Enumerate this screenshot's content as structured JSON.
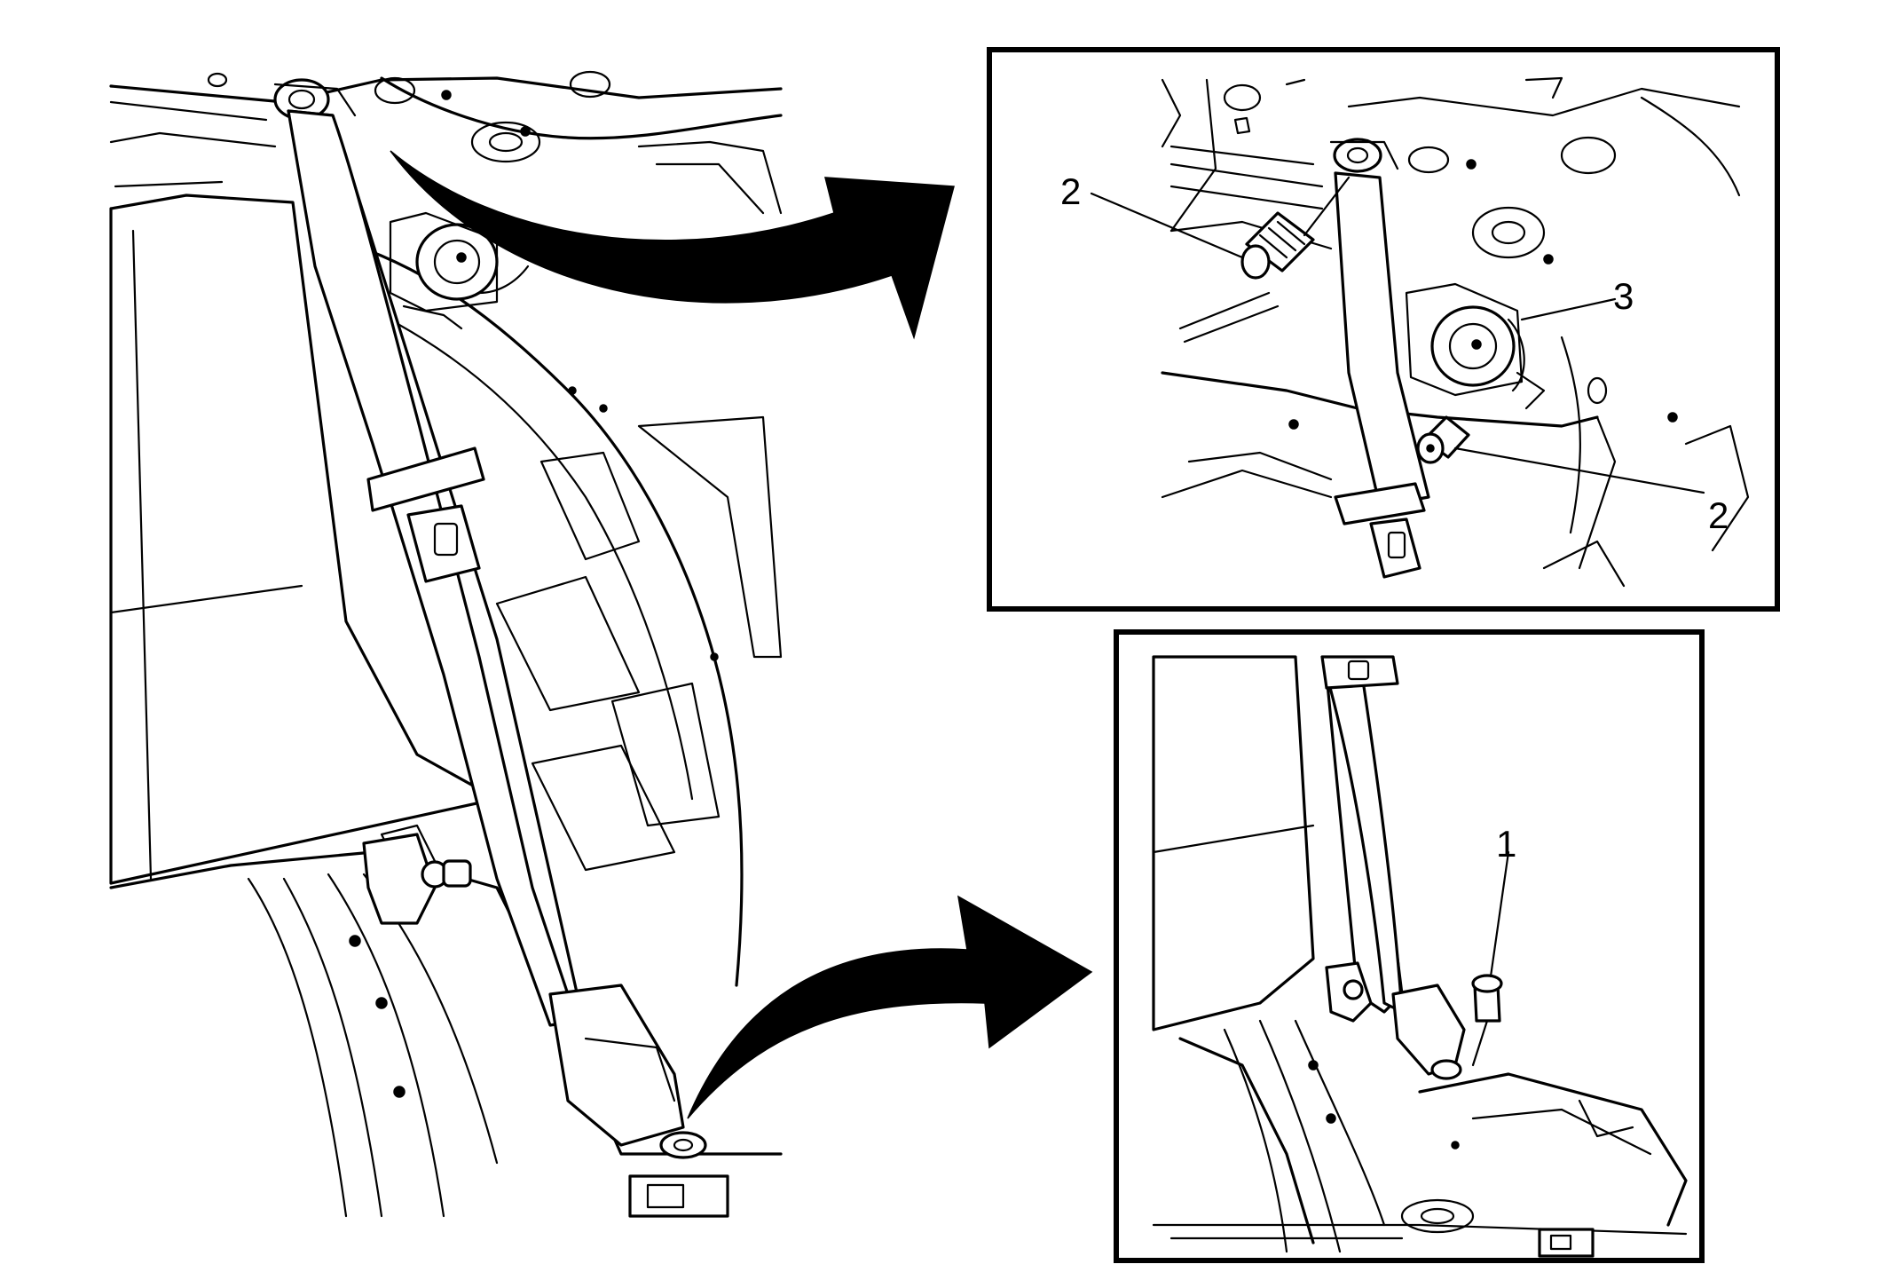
{
  "callouts": {
    "upper_left_2": "2",
    "upper_right_3": "3",
    "upper_lower_2": "2",
    "lower_1": "1"
  },
  "colors": {
    "line": "#000000",
    "background": "#ffffff"
  }
}
